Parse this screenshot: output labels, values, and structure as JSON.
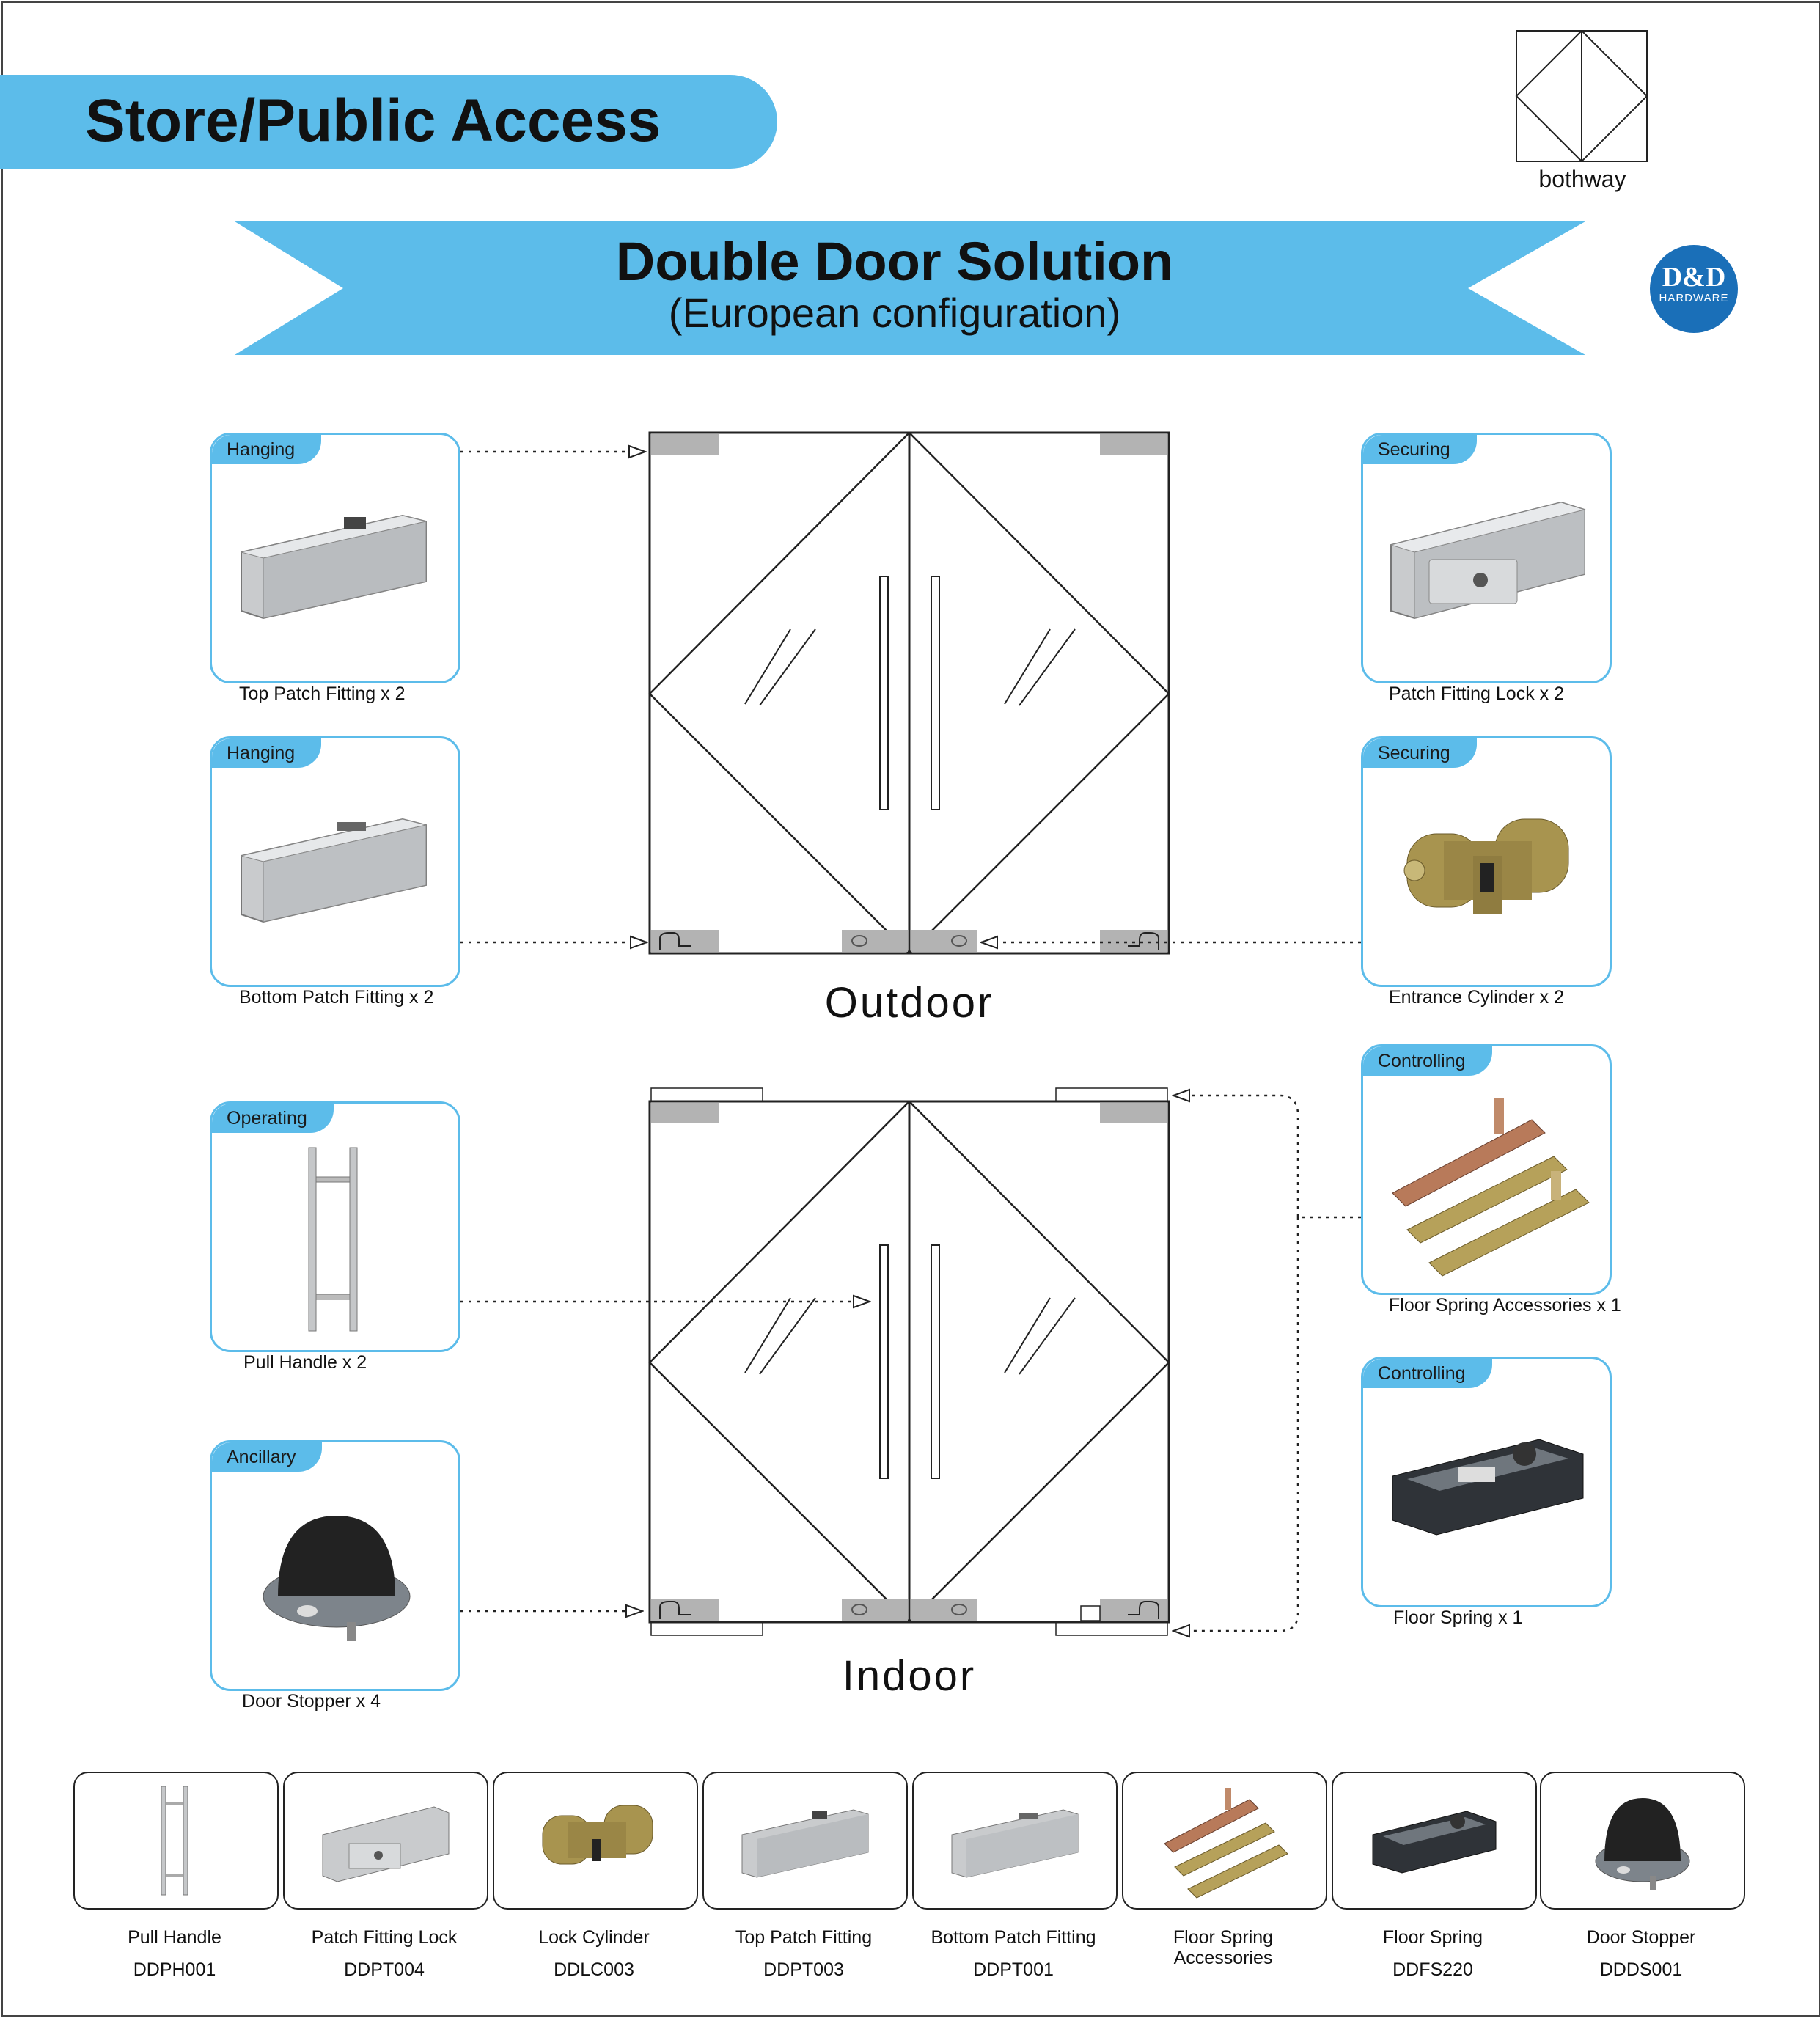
{
  "header": {
    "category_title": "Store/Public Access",
    "banner_title": "Double Door Solution",
    "banner_subtitle": "(European configuration)",
    "door_type_label": "bothway",
    "brand_name": "D&D",
    "brand_sub": "HARDWARE"
  },
  "colors": {
    "accent": "#5cbcea",
    "brand_blue": "#1a6fb8",
    "fitting_gray": "#b3b3b3"
  },
  "doors": {
    "outdoor_label": "Outdoor",
    "indoor_label": "Indoor"
  },
  "left_cards": [
    {
      "tag": "Hanging",
      "caption": "Top Patch Fitting x 2",
      "icon": "top-patch-fitting-icon"
    },
    {
      "tag": "Hanging",
      "caption": "Bottom Patch Fitting x 2",
      "icon": "bottom-patch-fitting-icon"
    },
    {
      "tag": "Operating",
      "caption": "Pull Handle x 2",
      "icon": "pull-handle-icon"
    },
    {
      "tag": "Ancillary",
      "caption": "Door Stopper x 4",
      "icon": "door-stopper-icon"
    }
  ],
  "right_cards": [
    {
      "tag": "Securing",
      "caption": "Patch Fitting Lock x 2",
      "icon": "patch-fitting-lock-icon"
    },
    {
      "tag": "Securing",
      "caption": "Entrance Cylinder x 2",
      "icon": "lock-cylinder-icon"
    },
    {
      "tag": "Controlling",
      "caption": "Floor Spring Accessories x 1",
      "icon": "floor-spring-accessories-icon"
    },
    {
      "tag": "Controlling",
      "caption": "Floor Spring x 1",
      "icon": "floor-spring-icon"
    }
  ],
  "products": [
    {
      "name": "Pull Handle",
      "code": "DDPH001"
    },
    {
      "name": "Patch Fitting Lock",
      "code": "DDPT004"
    },
    {
      "name": "Lock Cylinder",
      "code": "DDLC003"
    },
    {
      "name": "Top Patch Fitting",
      "code": "DDPT003"
    },
    {
      "name": "Bottom Patch Fitting",
      "code": "DDPT001"
    },
    {
      "name": "Floor Spring\nAccessories",
      "code": ""
    },
    {
      "name": "Floor Spring",
      "code": "DDFS220"
    },
    {
      "name": "Door Stopper",
      "code": "DDDS001"
    }
  ]
}
